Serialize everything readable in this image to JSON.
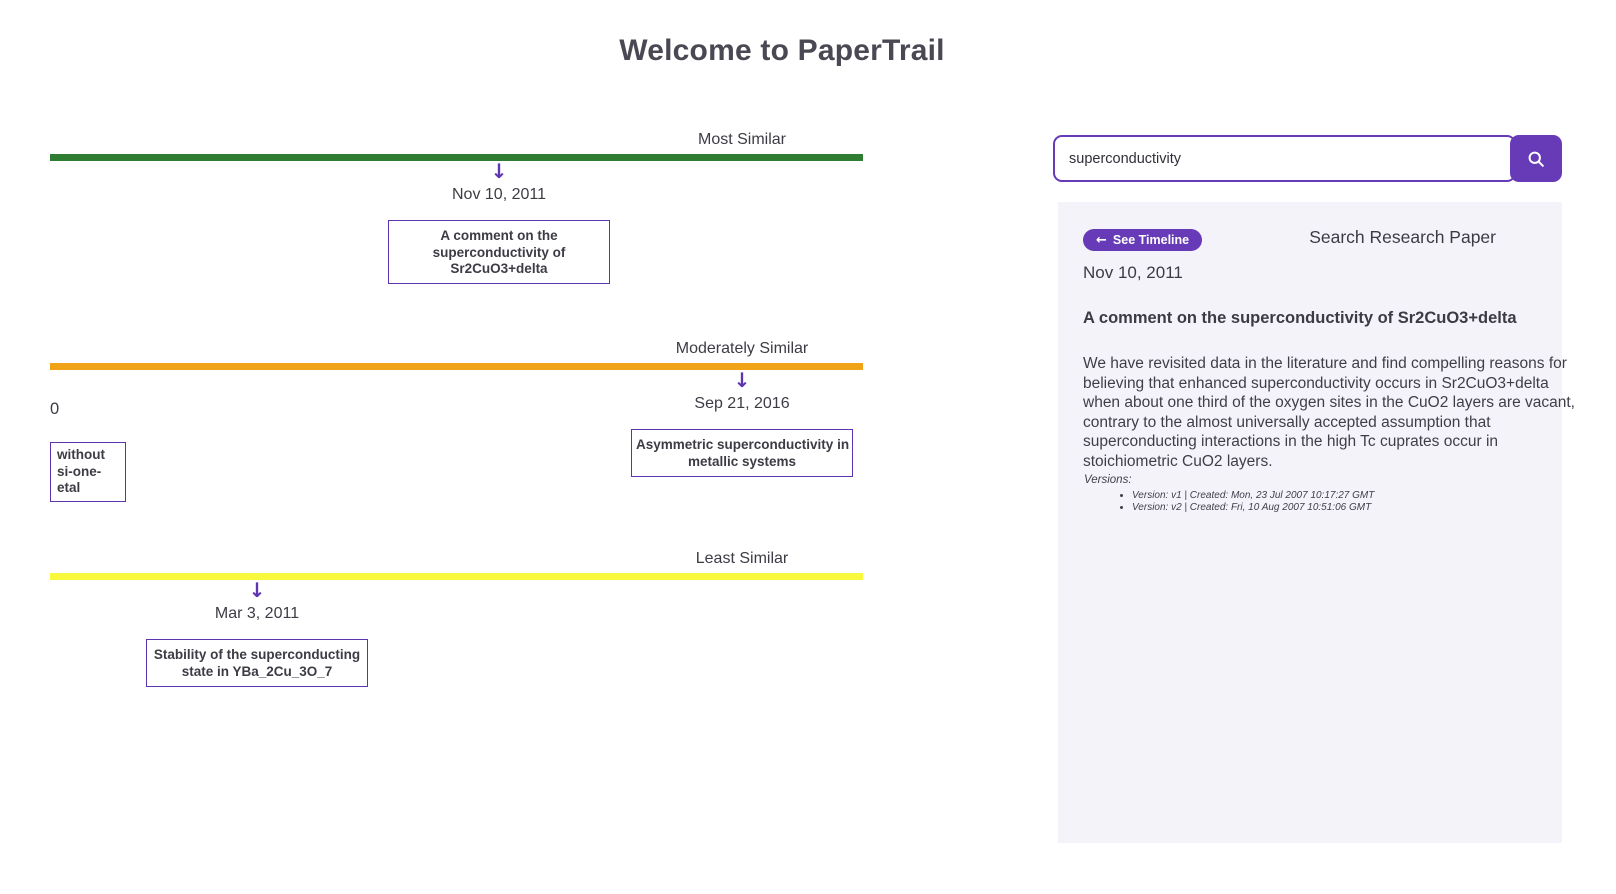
{
  "page": {
    "title": "Welcome to PaperTrail"
  },
  "icons": {
    "down_arrow": "↓",
    "back_arrow": "←",
    "search": "magnifier"
  },
  "colors": {
    "accent_purple": "#673ab7",
    "box_border_purple": "#5e35b1",
    "timeline_green": "#2e7d32",
    "timeline_orange": "#f0a316",
    "timeline_yellow": "#f8f83c",
    "panel_bg": "#f5f3fa",
    "text_dark": "#3d3c45"
  },
  "timelines": [
    {
      "label": "Most Similar",
      "event": {
        "date": "Nov 10, 2011",
        "title_lines": [
          "A comment on the",
          "superconductivity of",
          "Sr2CuO3+delta"
        ]
      }
    },
    {
      "label": "Moderately Similar",
      "axis_tick": "0",
      "clipped_paper_lines": [
        "without",
        "si-one-",
        "etal"
      ],
      "event": {
        "date": "Sep 21, 2016",
        "title_lines": [
          "Asymmetric superconductivity in",
          "metallic systems"
        ]
      }
    },
    {
      "label": "Least Similar",
      "event": {
        "date": "Mar 3, 2011",
        "title_lines": [
          "Stability of the superconducting",
          "state in YBa_2Cu_3O_7"
        ]
      }
    }
  ],
  "search": {
    "value": "superconductivity"
  },
  "panel": {
    "back_button_label": "See Timeline",
    "heading": "Search Research Paper",
    "date": "Nov 10, 2011",
    "paper_title": "A comment on the superconductivity of Sr2CuO3+delta",
    "abstract_lines": [
      "We have revisited data in the literature and find compelling reasons for",
      "believing that enhanced superconductivity occurs in Sr2CuO3+delta",
      "when about one third of the oxygen sites in the CuO2 layers are vacant,",
      "contrary to the almost universally accepted assumption that",
      "superconducting interactions in the high Tc cuprates occur in",
      "stoichiometric CuO2 layers."
    ],
    "versions_label": "Versions:",
    "versions": [
      "Version: v1 | Created: Mon, 23 Jul 2007 10:17:27 GMT",
      "Version: v2 | Created: Fri, 10 Aug 2007 10:51:06 GMT"
    ]
  }
}
